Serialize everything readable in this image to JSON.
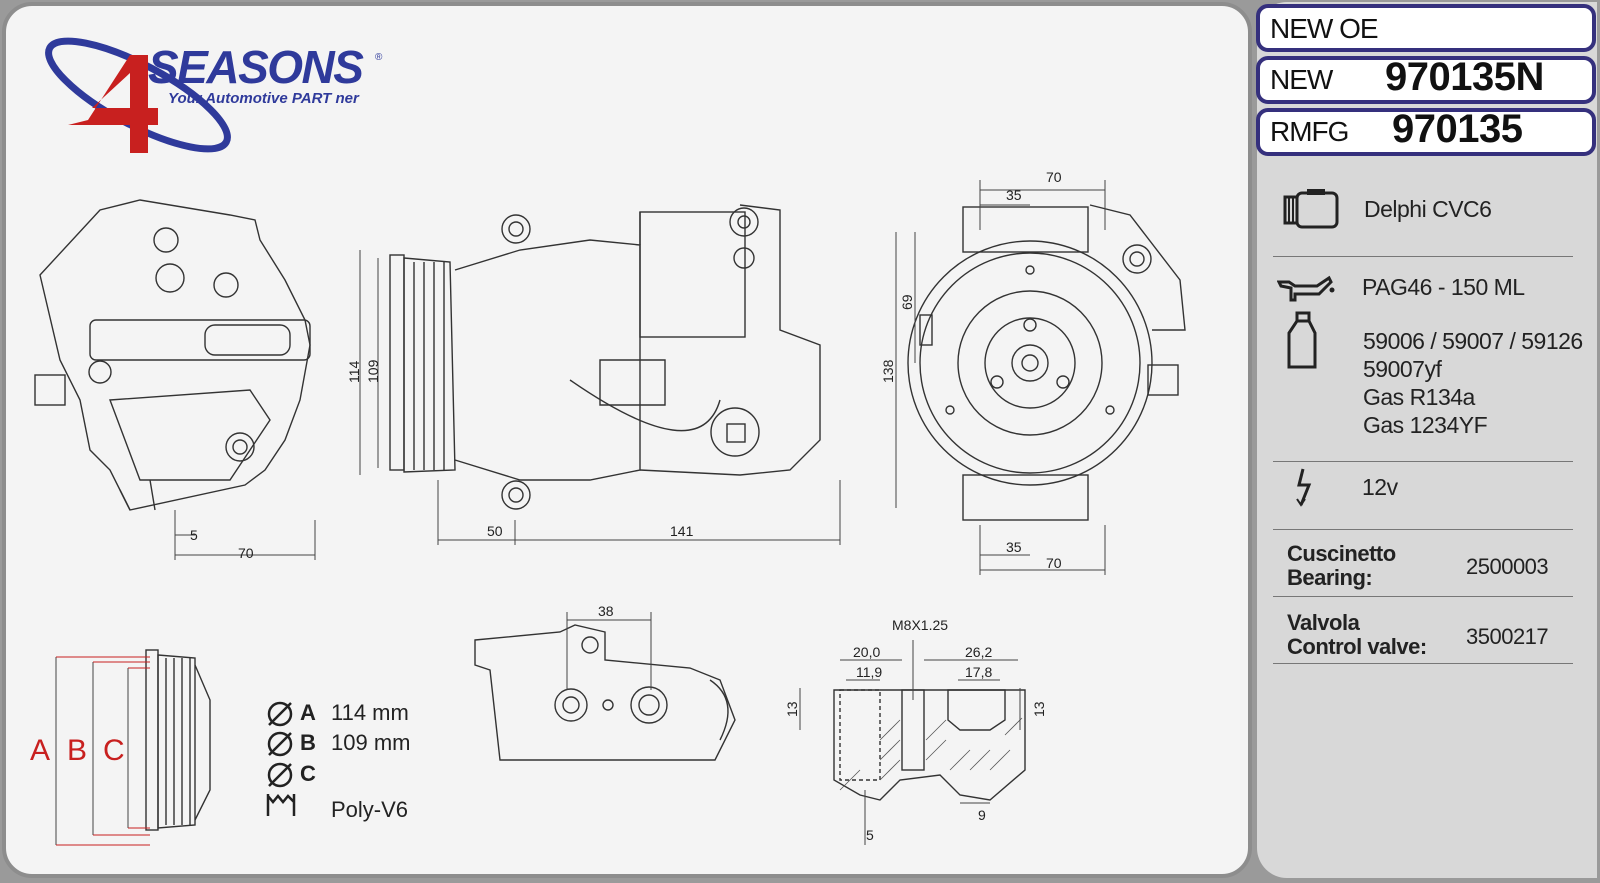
{
  "brand": {
    "name": "SEASONS",
    "digit": "4",
    "tagline": "Your Automotive PART ner",
    "registered": "®"
  },
  "part": {
    "new_oe_label": "NEW OE",
    "new_label": "NEW",
    "new_number": "970135N",
    "rmfg_label": "RMFG",
    "rmfg_number": "970135"
  },
  "specs": {
    "compressor": "Delphi CVC6",
    "oil": "PAG46 - 150 ML",
    "gas_lines": [
      "59006 / 59007 / 59126",
      "59007yf",
      "Gas R134a",
      "Gas 1234YF"
    ],
    "voltage": "12v",
    "bearing_label": "Cuscinetto\nBearing:",
    "bearing_value": "2500003",
    "valve_label": "Valvola\nControl valve:",
    "valve_value": "3500217"
  },
  "pulley": {
    "letters": [
      "A",
      "B",
      "C"
    ],
    "a": "114 mm",
    "b": "109 mm",
    "c": "",
    "belt": "Poly-V6"
  },
  "dimensions": {
    "left_view": [
      "5",
      "70"
    ],
    "side_view": [
      "114",
      "109",
      "50",
      "141"
    ],
    "front_view": [
      "70",
      "35",
      "69",
      "138",
      "35",
      "70"
    ],
    "port": [
      "38"
    ],
    "section": [
      "M8X1.25",
      "20,0",
      "11,9",
      "26,2",
      "17,8",
      "13",
      "13",
      "9",
      "5"
    ]
  },
  "colors": {
    "brand_blue": "#2f3a9b",
    "brand_red": "#c8201f",
    "frame_blue": "#35307d",
    "pulley_red": "#c8201f"
  },
  "icons": [
    "compressor-icon",
    "oil-can-icon",
    "bottle-icon",
    "lightning-icon",
    "diameter-icon",
    "poly-v-icon"
  ]
}
